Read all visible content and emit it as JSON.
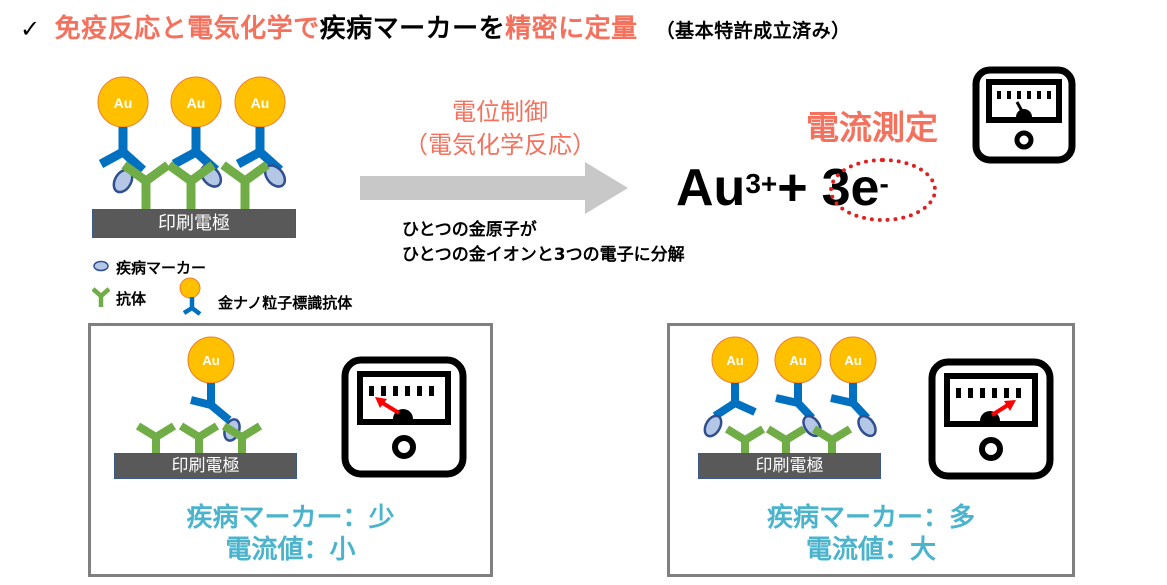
{
  "title": {
    "check_mark": "✓",
    "part1_accent": "免疫反応と電気化学で",
    "part2": "疾病マーカーを",
    "part3_accent": "精密に定量",
    "note": "（基本特許成立済み）"
  },
  "top_diagram": {
    "gold_label": "Au",
    "electrode_label": "印刷電極",
    "particle_count": 3
  },
  "legend": {
    "marker": "疾病マーカー",
    "antibody": "抗体",
    "labeled_antibody": "金ナノ粒子標識抗体"
  },
  "process": {
    "step_line1": "電位制御",
    "step_line2": "（電気化学反応）",
    "caption_line1": "ひとつの金原子が",
    "caption_line2": "ひとつの金イオンと3つの電子に分解"
  },
  "measurement": {
    "label": "電流測定",
    "equation": {
      "ion": "Au",
      "ion_charge": "3+",
      "plus": "+",
      "electrons": "3e",
      "electron_charge": "-"
    }
  },
  "panels": [
    {
      "electrode_label": "印刷電極",
      "gold_label": "Au",
      "particle_count": 1,
      "meter_reading": "low",
      "marker_line": "疾病マーカー：少",
      "current_line": "電流値：小"
    },
    {
      "electrode_label": "印刷電極",
      "gold_label": "Au",
      "particle_count": 3,
      "meter_reading": "high",
      "marker_line": "疾病マーカー：多",
      "current_line": "電流値：大"
    }
  ],
  "colors": {
    "accent_red": "#F4715D",
    "result_blue": "#4BB4CC",
    "gold": "#FFC000",
    "gold_border": "#ED7D31",
    "labeled_antibody": "#0070C0",
    "antibody": "#70AD47",
    "marker_fill": "#B4C7E7",
    "marker_border": "#2F4F8F",
    "electrode": "#595959",
    "arrow": "#C8C8C8",
    "needle": "#FF0000"
  }
}
